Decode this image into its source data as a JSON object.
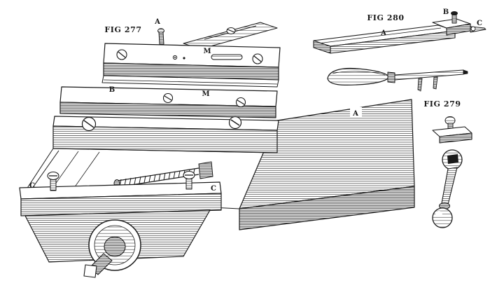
{
  "page": {
    "ink": "#1a1a1a",
    "paper": "#ffffff"
  },
  "figures": {
    "fig277": {
      "caption": "FIG 277",
      "labels": {
        "pin": "A",
        "plate_slot": "M",
        "gib": "B",
        "block": "M",
        "base_plate": "A",
        "clamp_left": "C",
        "clamp_right": "C"
      }
    },
    "fig280": {
      "caption": "FIG 280",
      "labels": {
        "bar": "A",
        "top_screw": "B",
        "side_screw": "C"
      }
    },
    "fig279": {
      "caption": "FIG 279"
    }
  }
}
